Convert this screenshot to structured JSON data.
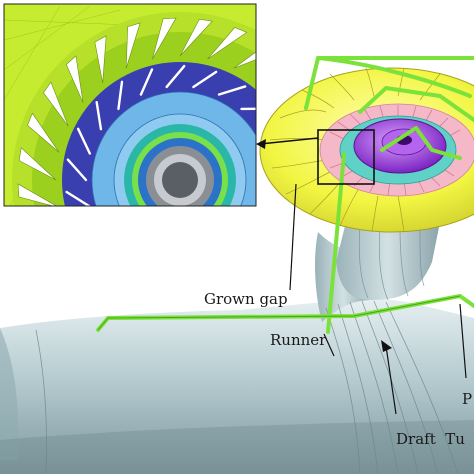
{
  "labels": {
    "grown_gap": "Grown gap",
    "runner": "Runner",
    "draft_tube": "Draft  Tu",
    "cut_label": "P"
  },
  "colors": {
    "spiral_casing": "#f2f542",
    "pipe_body": "#b8cfd3",
    "guide_vane_ring": "#f4b8c8",
    "runner_hub": "#9b3fd8",
    "inset_outer": "#c6ec2f",
    "inset_blades": "#ffffff",
    "inset_mid": "#3a3fb0",
    "inset_inner": "#6fb7e8",
    "inset_core": "#2bb7a8",
    "monitor_line": "#7be23a"
  }
}
